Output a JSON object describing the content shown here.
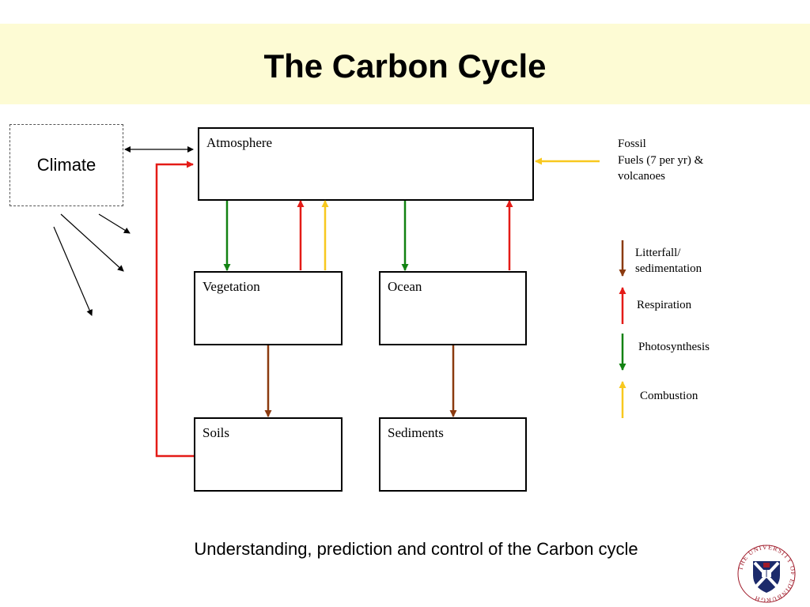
{
  "slide": {
    "title": "The Carbon Cycle",
    "subtitle": "Understanding, prediction and control of the Carbon cycle",
    "banner_color": "#FDFBD4"
  },
  "boxes": {
    "climate": "Climate",
    "atmosphere": "Atmosphere",
    "vegetation": "Vegetation",
    "ocean": "Ocean",
    "soils": "Soils",
    "sediments": "Sediments"
  },
  "fossil_label": [
    "Fossil",
    "Fuels (7 per yr) &",
    "volcanoes"
  ],
  "legend": {
    "litterfall": [
      "Litterfall/",
      "sedimentation"
    ],
    "respiration": "Respiration",
    "photosynthesis": "Photosynthesis",
    "combustion": "Combustion"
  },
  "colors": {
    "litterfall": "#8B3A0F",
    "respiration": "#E41B17",
    "photosynthesis": "#128212",
    "combustion": "#F8C81E",
    "neutral": "#000000"
  },
  "logo": {
    "ring_text": "THE UNIVERSITY OF EDINBURGH",
    "crest_color": "#1C2A6B",
    "ring_color": "#A01B2A"
  }
}
